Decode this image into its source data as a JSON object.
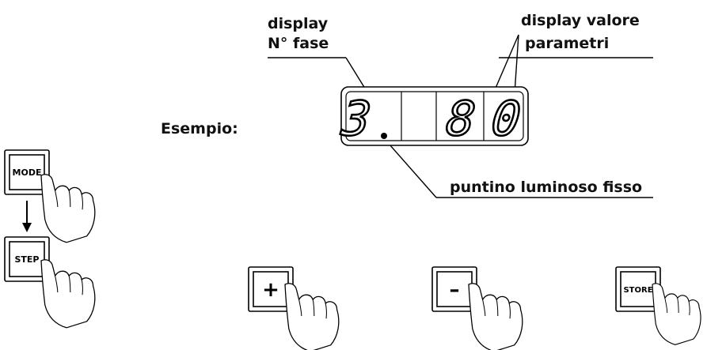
{
  "labels": {
    "display_phase_line1": "display",
    "display_phase_line2": "N° fase",
    "display_value_line1": "display valore",
    "display_value_line2": "parametri",
    "example": "Esempio:",
    "fixed_dot": "puntino luminoso fisso"
  },
  "display": {
    "phase_digit": "3",
    "value_digits": [
      "8",
      "0"
    ]
  },
  "buttons": {
    "mode": "MODE",
    "step": "STEP",
    "plus": "+",
    "minus": "–",
    "store": "STORE"
  },
  "arrow": "down-arrow-icon",
  "hand_icon": "pointing-hand-icon"
}
